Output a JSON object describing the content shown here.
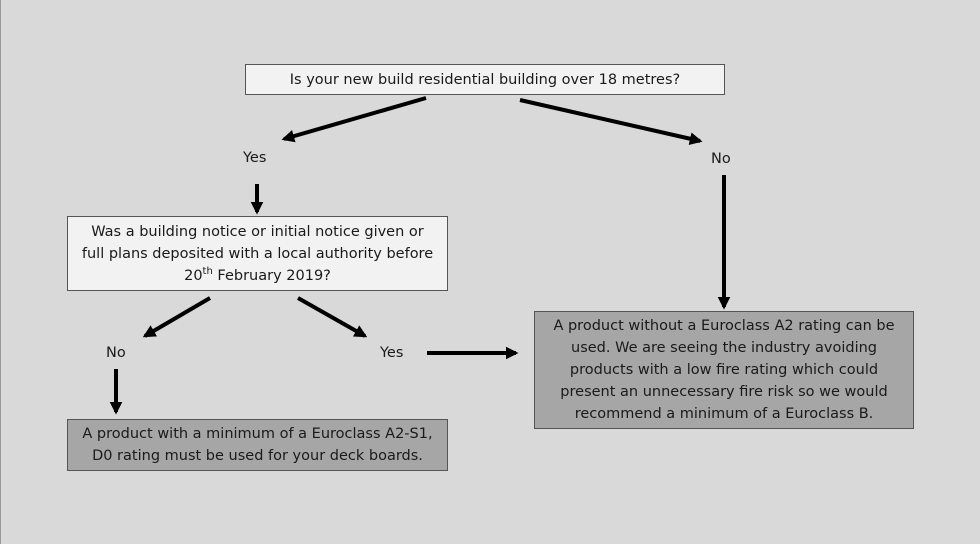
{
  "diagram": {
    "q1": "Is your new build residential building over 18 metres?",
    "q1_yes": "Yes",
    "q1_no": "No",
    "q2": {
      "line1": "Was a building notice or initial notice given or",
      "line2": "full plans deposited with a local authority before",
      "line3_pre": "20",
      "line3_sup": "th",
      "line3_post": " February 2019?"
    },
    "q2_no": "No",
    "q2_yes": "Yes",
    "result_a2s1": {
      "line1": "A product with a minimum of a Euroclass A2-S1,",
      "line2": "D0 rating must be used for your deck boards."
    },
    "result_no_a2": {
      "line1": "A product without a Euroclass A2 rating can be",
      "line2": "used. We are seeing the industry avoiding",
      "line3": "products with a low fire rating which could",
      "line4": "present an unnecessary fire risk so we would",
      "line5": "recommend a minimum of a Euroclass B."
    },
    "colors": {
      "background": "#d9d9d9",
      "question_box": "#f2f2f2",
      "result_box": "#a6a6a6",
      "arrow": "#000000"
    }
  }
}
